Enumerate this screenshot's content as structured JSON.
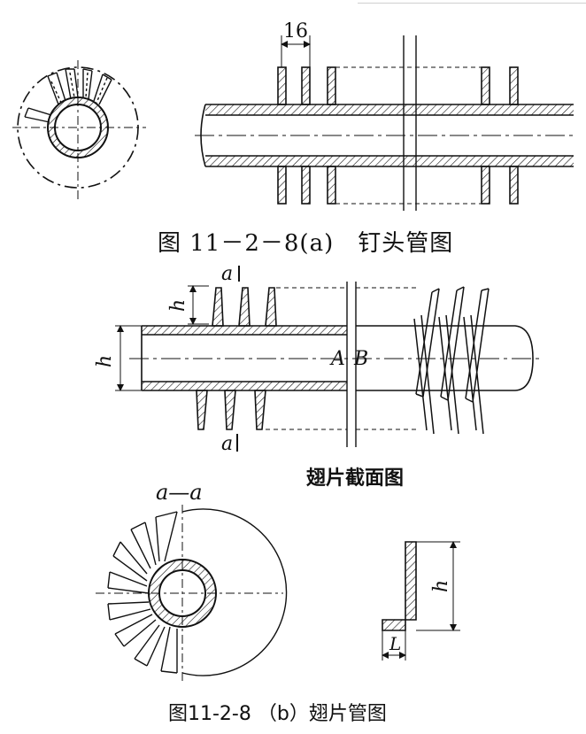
{
  "figure_a": {
    "dimension": "16",
    "caption": "图 11－2－8(a)　钉头管图"
  },
  "figure_b": {
    "label_a_top": "a",
    "label_a_bottom": "a",
    "label_h_fin": "h",
    "label_h_tube": "h",
    "label_A": "A",
    "label_B": "B",
    "section_caption": "翅片截面图",
    "section_label": "a—a",
    "detail_h": "h",
    "detail_L": "L",
    "caption": "图11-2-8 （b）翅片管图"
  }
}
